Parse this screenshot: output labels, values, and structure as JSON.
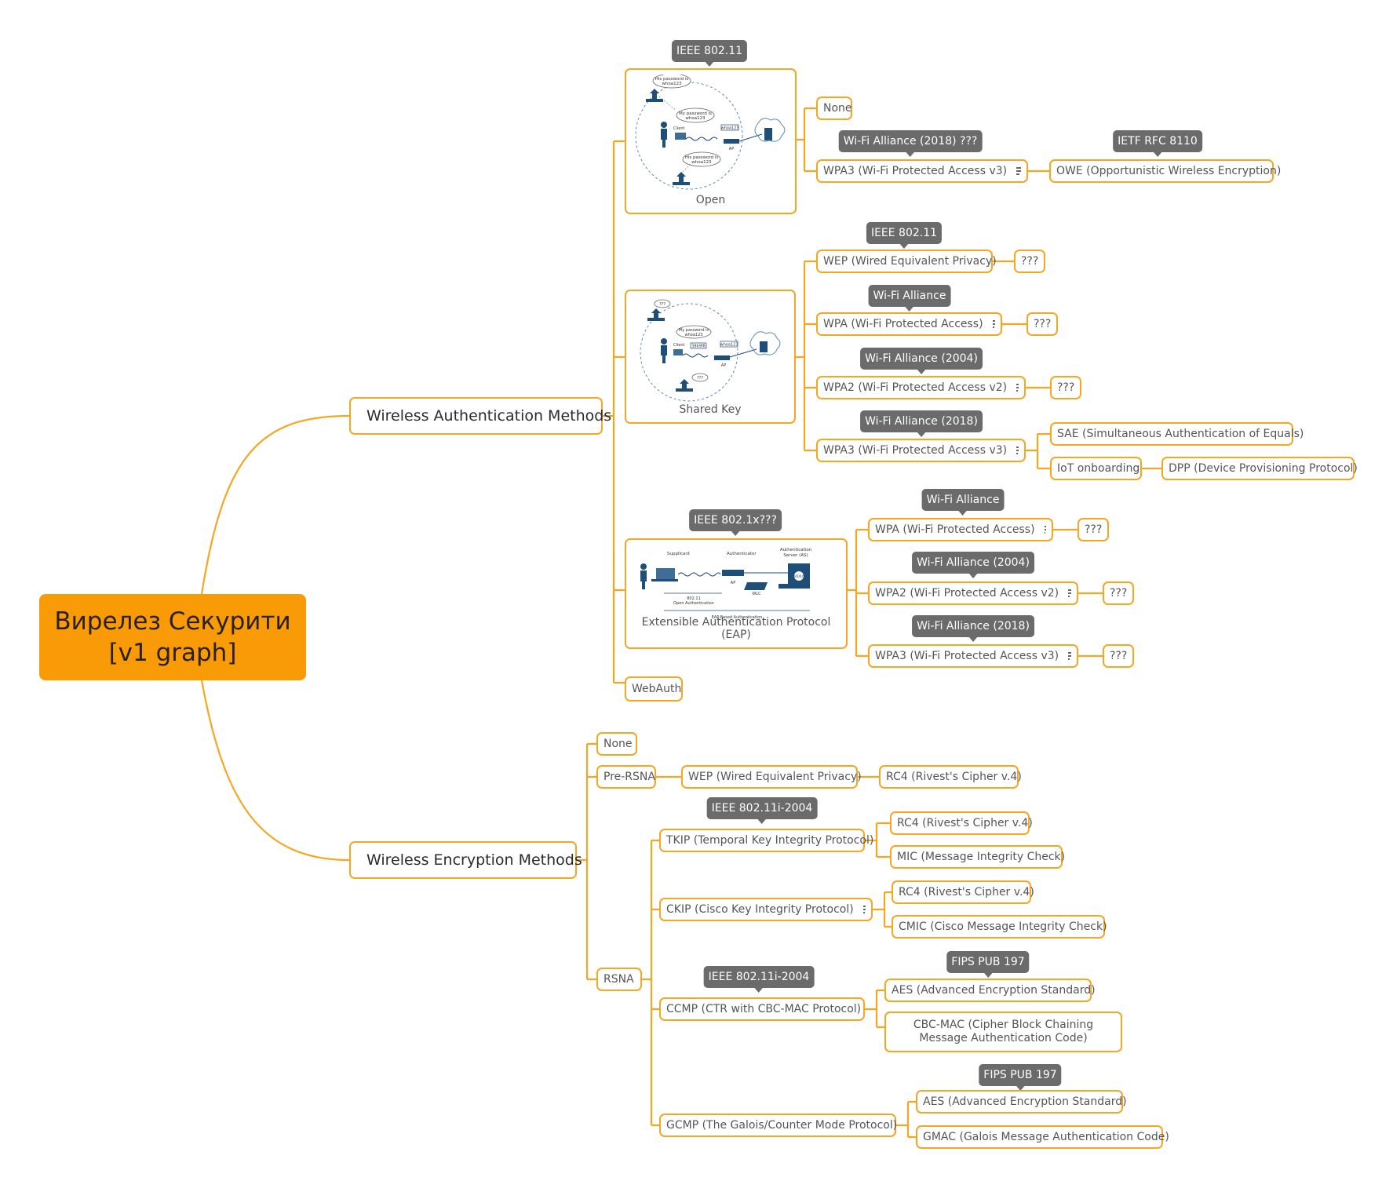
{
  "root": {
    "line1": "Вирелез Секурити",
    "line2": "[v1 graph]"
  },
  "colors": {
    "branch": "#f5a623",
    "root_fill": "#f99b07",
    "tag_fill": "#6b6b6b"
  },
  "auth": {
    "label": "Wireless Authentication Methods",
    "open": {
      "caption": "Open",
      "tag": "IEEE 802.11",
      "img": {
        "pw1": "His password is",
        "pw1b": "whoa123",
        "pw2": "My password is",
        "pw2b": "whoa123",
        "pw3": "His password is",
        "pw3b": "whoa123",
        "client": "Client",
        "ssid": "whoa123",
        "ap": "AP"
      },
      "none": "None",
      "wpa3": {
        "label": "WPA3 (Wi-Fi Protected Access v3)",
        "tag": "Wi-Fi Alliance (2018) ???"
      },
      "owe": {
        "label": "OWE (Opportunistic Wireless Encryption)",
        "tag": "IETF RFC 8110"
      }
    },
    "shared": {
      "caption": "Shared Key",
      "img": {
        "q1": "???",
        "pw": "My password is",
        "pwb": "whoa123",
        "client": "Client",
        "enc": "38b9f8",
        "ssid": "whoa123",
        "ap": "AP",
        "q2": "???"
      },
      "wep": {
        "label": "WEP (Wired Equivalent Privacy)",
        "tag": "IEEE 802.11",
        "child": "???"
      },
      "wpa": {
        "label": "WPA (Wi-Fi Protected Access)",
        "tag": "Wi-Fi Alliance",
        "child": "???"
      },
      "wpa2": {
        "label": "WPA2 (Wi-Fi Protected Access v2)",
        "tag": "Wi-Fi Alliance (2004)",
        "child": "???"
      },
      "wpa3": {
        "label": "WPA3 (Wi-Fi Protected Access v3)",
        "tag": "Wi-Fi Alliance (2018)",
        "sae": "SAE (Simultaneous Authentication of Equals)",
        "iot": "IoT onboarding",
        "dpp": "DPP (Device Provisioning Protocol)"
      }
    },
    "eap": {
      "caption": "Extensible Authentication Protocol (EAP)",
      "tag": "IEEE 802.1x???",
      "img": {
        "supplicant": "Supplicant",
        "authenticator": "Authenticator",
        "as": "Authentication",
        "as2": "Server (AS)",
        "ap": "AP",
        "wlc": "WLC",
        "r1": "802.11",
        "r2": "Open Authentication",
        "r3": "EAP-Based Authentication",
        "aaa": "RADIUS"
      },
      "wpa": {
        "label": "WPA (Wi-Fi Protected Access)",
        "tag": "Wi-Fi Alliance",
        "child": "???"
      },
      "wpa2": {
        "label": "WPA2 (Wi-Fi Protected Access v2)",
        "tag": "Wi-Fi Alliance (2004)",
        "child": "???"
      },
      "wpa3": {
        "label": "WPA3 (Wi-Fi Protected Access v3)",
        "tag": "Wi-Fi Alliance (2018)",
        "child": "???"
      }
    },
    "webauth": "WebAuth"
  },
  "enc": {
    "label": "Wireless Encryption Methods",
    "none": "None",
    "prersna": {
      "label": "Pre-RSNA",
      "wep": "WEP (Wired Equivalent Privacy)",
      "rc4": "RC4 (Rivest's Cipher v.4)"
    },
    "rsna": {
      "label": "RSNA",
      "tkip": {
        "label": "TKIP (Temporal Key Integrity Protocol)",
        "tag": "IEEE 802.11i-2004",
        "rc4": "RC4 (Rivest's Cipher v.4)",
        "mic": "MIC (Message Integrity Check)"
      },
      "ckip": {
        "label": "CKIP (Cisco Key Integrity Protocol)",
        "rc4": "RC4 (Rivest's Cipher v.4)",
        "cmic": "CMIC (Cisco Message Integrity Check)"
      },
      "ccmp": {
        "label": "CCMP (CTR with CBC-MAC Protocol)",
        "tag": "IEEE 802.11i-2004",
        "aes": "AES (Advanced Encryption Standard)",
        "aes_tag": "FIPS PUB 197",
        "cbcmac": "CBC-MAC (Cipher Block Chaining Message Authentication Code)"
      },
      "gcmp": {
        "label": "GCMP (The Galois/Counter Mode Protocol)",
        "aes": "AES (Advanced Encryption Standard)",
        "aes_tag": "FIPS PUB 197",
        "gmac": "GMAC (Galois Message Authentication Code)"
      }
    }
  }
}
